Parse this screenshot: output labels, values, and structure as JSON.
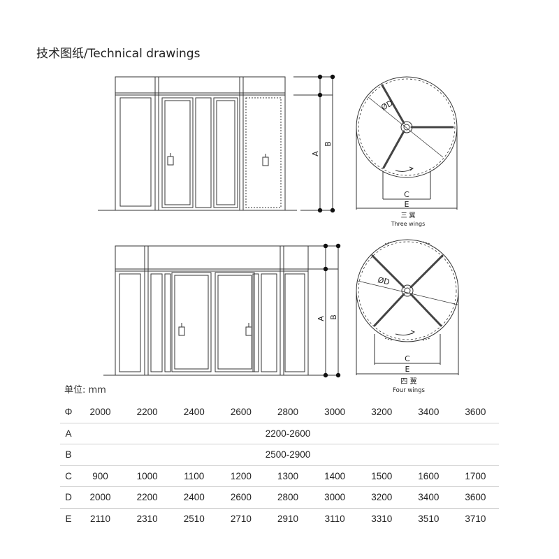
{
  "title": "技术图纸/Technical drawings",
  "labels": {
    "A": "A",
    "B": "B",
    "C": "C",
    "D": "ØD",
    "E": "E"
  },
  "three_wings": {
    "cn": "三 翼",
    "en": "Three wings"
  },
  "four_wings": {
    "cn": "四 翼",
    "en": "Four wings"
  },
  "unit": "单位: mm",
  "table": {
    "rows": [
      {
        "label": "Φ",
        "values": [
          "2000",
          "2200",
          "2400",
          "2600",
          "2800",
          "3000",
          "3200",
          "3400",
          "3600"
        ]
      },
      {
        "label": "A",
        "span": "2200-2600"
      },
      {
        "label": "B",
        "span": "2500-2900"
      },
      {
        "label": "C",
        "values": [
          "900",
          "1000",
          "1100",
          "1200",
          "1300",
          "1400",
          "1500",
          "1600",
          "1700"
        ]
      },
      {
        "label": "D",
        "values": [
          "2000",
          "2200",
          "2400",
          "2600",
          "2800",
          "3000",
          "3200",
          "3400",
          "3600"
        ]
      },
      {
        "label": "E",
        "values": [
          "2110",
          "2310",
          "2510",
          "2710",
          "2910",
          "3110",
          "3310",
          "3510",
          "3710"
        ]
      }
    ]
  }
}
